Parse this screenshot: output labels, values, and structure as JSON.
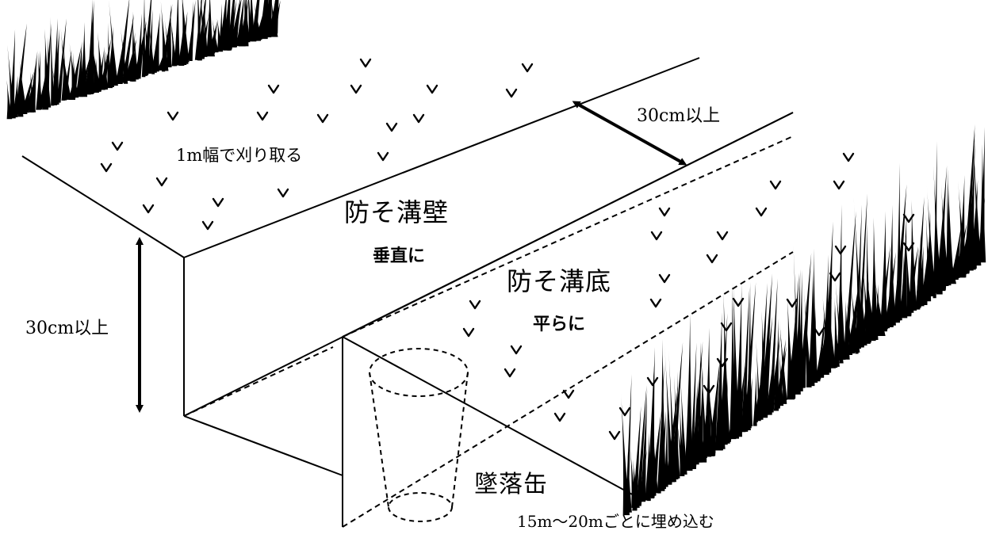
{
  "labels": {
    "mowing": "1m幅で刈り取る",
    "trench_wall": "防そ溝壁",
    "wall_note": "垂直に",
    "trench_bottom": "防そ溝底",
    "bottom_note": "平らに",
    "top_width": "30cm以上",
    "depth": "30cm以上",
    "pitfall_can": "墜落缶",
    "can_interval": "15m～20mごとに埋め込む"
  },
  "colors": {
    "ink": "#000000",
    "background": "#ffffff"
  }
}
